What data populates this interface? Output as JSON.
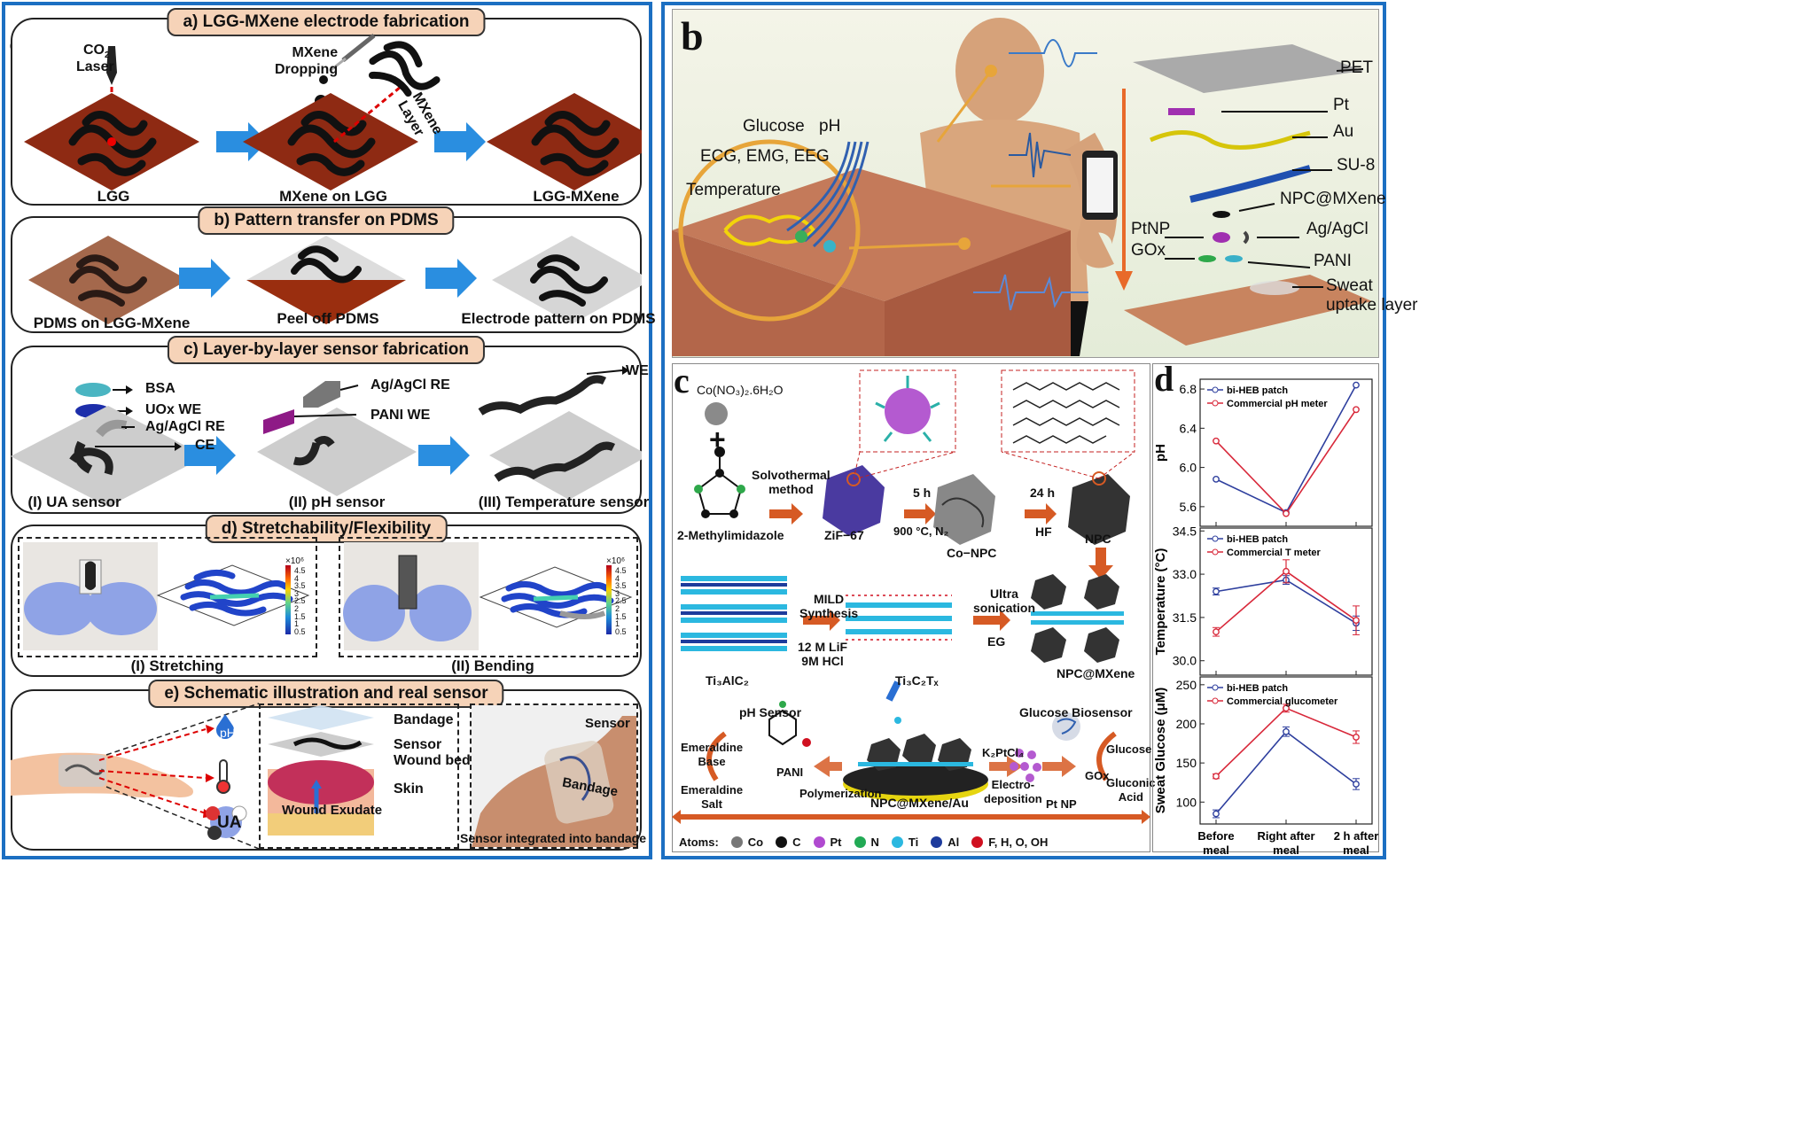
{
  "panel_a": {
    "letter": "a",
    "title_a": "a) LGG-MXene electrode fabrication",
    "co2_label": "CO",
    "co2_sub": "2",
    "laser_label": "Laser",
    "mxene_dropping": "MXene\nDropping",
    "mxene_layer": "MXene\nLayer",
    "step_lgg": "LGG",
    "step_mxene_on_lgg": "MXene on LGG",
    "step_lgg_mxene": "LGG-MXene",
    "title_b": "b) Pattern transfer on PDMS",
    "step_pdms_on": "PDMS on LGG-MXene",
    "step_peel": "Peel off PDMS",
    "step_pattern": "Electrode pattern on PDMS",
    "title_c": "c) Layer-by-layer sensor fabrication",
    "bsa": "BSA",
    "uox_we": "UOx WE",
    "agagcl_re_1": "Ag/AgCl RE",
    "ce": "CE",
    "agagcl_re_2": "Ag/AgCl RE",
    "pani_we": "PANI WE",
    "we": "WE",
    "ua_sensor": "(I) UA sensor",
    "ph_sensor": "(II) pH sensor",
    "temp_sensor": "(III) Temperature sensor",
    "title_d": "d) Stretchability/Flexibility",
    "stretching": "(I) Stretching",
    "bending": "(II) Bending",
    "colorbar_exp": "×10⁶",
    "colorbar_ticks": [
      "4.5",
      "4",
      "3.5",
      "3",
      "2.5",
      "2",
      "1.5",
      "1",
      "0.5"
    ],
    "title_e": "e) Schematic illustration and real sensor",
    "ph_icon": "pH",
    "ua_icon": "UA",
    "bandage": "Bandage",
    "sensor": "Sensor",
    "wound_bed": "Wound bed",
    "skin": "Skin",
    "wound_exudate": "Wound Exudate",
    "real_sensor": "Sensor",
    "real_bandage": "Bandage",
    "integrated": "Sensor integrated into bandage"
  },
  "panel_b": {
    "letter": "b",
    "glucose": "Glucose",
    "ph": "pH",
    "ecg": "ECG, EMG, EEG",
    "temperature": "Temperature",
    "layers": [
      "PET",
      "Pt",
      "Au",
      "SU-8",
      "NPC@MXene",
      "Ag/AgCl",
      "PANI",
      "Sweat\nuptake layer"
    ],
    "ptnp": "PtNP",
    "gox": "GOx"
  },
  "panel_c": {
    "letter": "c",
    "co_no3": "Co(NO₃)₂.6H₂O",
    "plus": "+",
    "methylimidazole": "2-Methylimidazole",
    "solvothermal": "Solvothermal\nmethod",
    "zif": "ZiF−67",
    "step_5h": "5 h",
    "step_900": "900 °C, N₂",
    "co_npc": "Co−NPC",
    "step_24h": "24 h",
    "hf": "HF",
    "npc": "NPC",
    "ti3alc2": "Ti₃AlC₂",
    "mild": "MILD\nSynthesis",
    "lif": "12 M LiF\n9M HCl",
    "ti3c2tx": "Ti₃C₂Tₓ",
    "ultra": "Ultra\nsonication",
    "eg": "EG",
    "npc_mxene": "NPC@MXene",
    "ph_sensor": "pH Sensor",
    "glucose_biosensor": "Glucose Biosensor",
    "emeraldine_base": "Emeraldine\nBase",
    "emeraldine_salt": "Emeraldine\nSalt",
    "pani": "PANI",
    "polymerization": "Polymerization",
    "npc_mxene_au": "NPC@MXene/Au",
    "k2ptcl4": "K₂PtCl₄",
    "electrodeposition": "Electro-\ndeposition",
    "pt_np": "Pt NP",
    "gox": "GOx",
    "glucose": "Glucose",
    "gluconic": "Gluconic\nAcid",
    "atoms_label": "Atoms:",
    "atoms": [
      {
        "name": "Co",
        "color": "#777777"
      },
      {
        "name": "C",
        "color": "#111111"
      },
      {
        "name": "Pt",
        "color": "#b04ad0"
      },
      {
        "name": "N",
        "color": "#22aa55"
      },
      {
        "name": "Ti",
        "color": "#2bb8e0"
      },
      {
        "name": "Al",
        "color": "#1d3b9c"
      },
      {
        "name": "F, H, O, OH",
        "color": "#d01020"
      }
    ]
  },
  "chart_data": [
    {
      "type": "line",
      "ylabel": "pH",
      "xlabel": "",
      "categories": [
        "Before meal",
        "Right after meal",
        "2 h after meal"
      ],
      "ylim": [
        5.4,
        6.9
      ],
      "yticks": [
        5.6,
        6.0,
        6.4,
        6.8
      ],
      "series": [
        {
          "name": "bi-HEB patch",
          "color": "#2e3f9e",
          "values": [
            5.88,
            5.54,
            6.84
          ]
        },
        {
          "name": "Commercial pH meter",
          "color": "#d8283a",
          "values": [
            6.27,
            5.53,
            6.59
          ]
        }
      ]
    },
    {
      "type": "line",
      "ylabel": "Temperature (°C)",
      "xlabel": "",
      "categories": [
        "Before meal",
        "Right after meal",
        "2 h after meal"
      ],
      "ylim": [
        29.5,
        34.6
      ],
      "yticks": [
        30.0,
        31.5,
        33.0,
        34.5
      ],
      "series": [
        {
          "name": "bi-HEB patch",
          "color": "#2e3f9e",
          "values": [
            32.4,
            32.8,
            31.3
          ],
          "errors": [
            0.12,
            0.15,
            0.25
          ]
        },
        {
          "name": "Commercial T meter",
          "color": "#d8283a",
          "values": [
            31.0,
            33.1,
            31.4
          ],
          "errors": [
            0.15,
            0.4,
            0.5
          ]
        }
      ]
    },
    {
      "type": "line",
      "ylabel": "Sweat Glucose (μM)",
      "xlabel": "",
      "categories": [
        "Before meal",
        "Right after meal",
        "2 h after meal"
      ],
      "ylim": [
        72,
        260
      ],
      "yticks": [
        100,
        150,
        200,
        250
      ],
      "series": [
        {
          "name": "bi-HEB patch",
          "color": "#2e3f9e",
          "values": [
            85,
            190,
            123
          ],
          "errors": [
            5,
            6,
            7
          ]
        },
        {
          "name": "Commercial glucometer",
          "color": "#d8283a",
          "values": [
            133,
            220,
            183
          ],
          "errors": [
            3,
            5,
            8
          ]
        }
      ]
    }
  ],
  "panel_d": {
    "letter": "d"
  }
}
